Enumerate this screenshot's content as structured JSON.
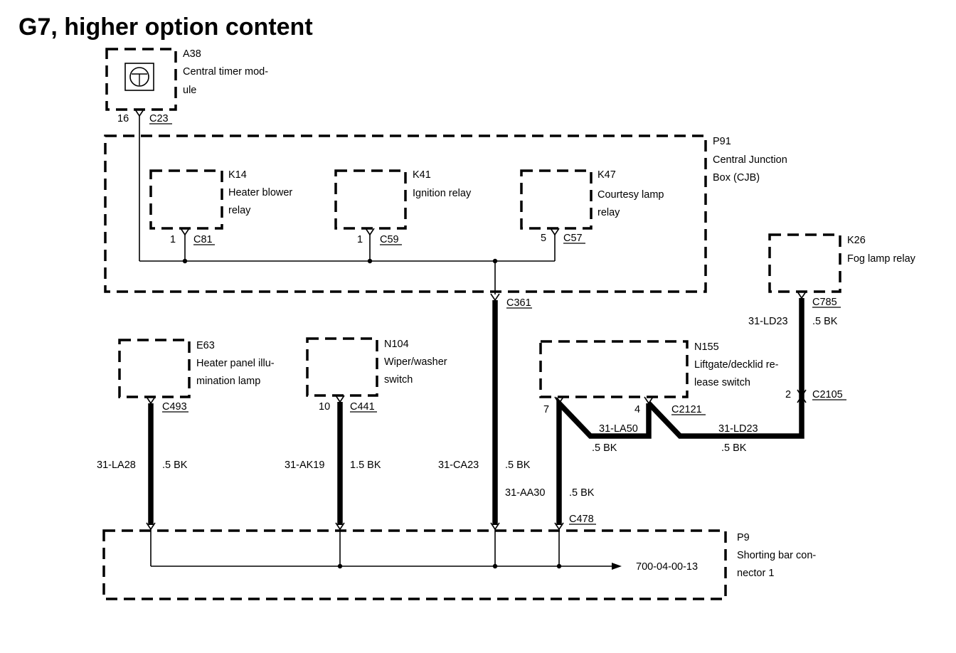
{
  "title": "G7, higher option content",
  "components": {
    "a38": {
      "code": "A38",
      "line1": "Central timer mod-",
      "line2": "ule"
    },
    "p91": {
      "code": "P91",
      "line1": "Central Junction",
      "line2": "Box (CJB)"
    },
    "k14": {
      "code": "K14",
      "line1": "Heater blower",
      "line2": "relay"
    },
    "k41": {
      "code": "K41",
      "line1": "Ignition relay"
    },
    "k47": {
      "code": "K47",
      "line1": "Courtesy lamp",
      "line2": "relay"
    },
    "k26": {
      "code": "K26",
      "line1": "Fog lamp relay"
    },
    "e63": {
      "code": "E63",
      "line1": "Heater panel illu-",
      "line2": "mination lamp"
    },
    "n104": {
      "code": "N104",
      "line1": "Wiper/washer",
      "line2": "switch"
    },
    "n155": {
      "code": "N155",
      "line1": "Liftgate/decklid re-",
      "line2": "lease switch"
    },
    "p9": {
      "code": "P9",
      "line1": "Shorting bar con-",
      "line2": "nector 1"
    }
  },
  "connectors": {
    "c23": "C23",
    "c81": "C81",
    "c59": "C59",
    "c57": "C57",
    "c361": "C361",
    "c785": "C785",
    "c2105": "C2105",
    "c2121": "C2121",
    "c493": "C493",
    "c441": "C441",
    "c478": "C478"
  },
  "pins": {
    "a38": "16",
    "k14": "1",
    "k41": "1",
    "k47": "5",
    "n104": "10",
    "n155_a": "7",
    "n155_b": "4",
    "c2105": "2"
  },
  "wires": {
    "la28": {
      "circuit": "31-LA28",
      "spec": ".5 BK"
    },
    "ak19": {
      "circuit": "31-AK19",
      "spec": "1.5 BK"
    },
    "ca23": {
      "circuit": "31-CA23",
      "spec": ".5 BK"
    },
    "aa30": {
      "circuit": "31-AA30",
      "spec": ".5 BK"
    },
    "la50": {
      "circuit": "31-LA50",
      "spec": ".5 BK"
    },
    "ld23_low": {
      "circuit": "31-LD23",
      "spec": ".5 BK"
    },
    "ld23_high": {
      "circuit": "31-LD23",
      "spec": ".5 BK"
    }
  },
  "reference": "700-04-00-13"
}
